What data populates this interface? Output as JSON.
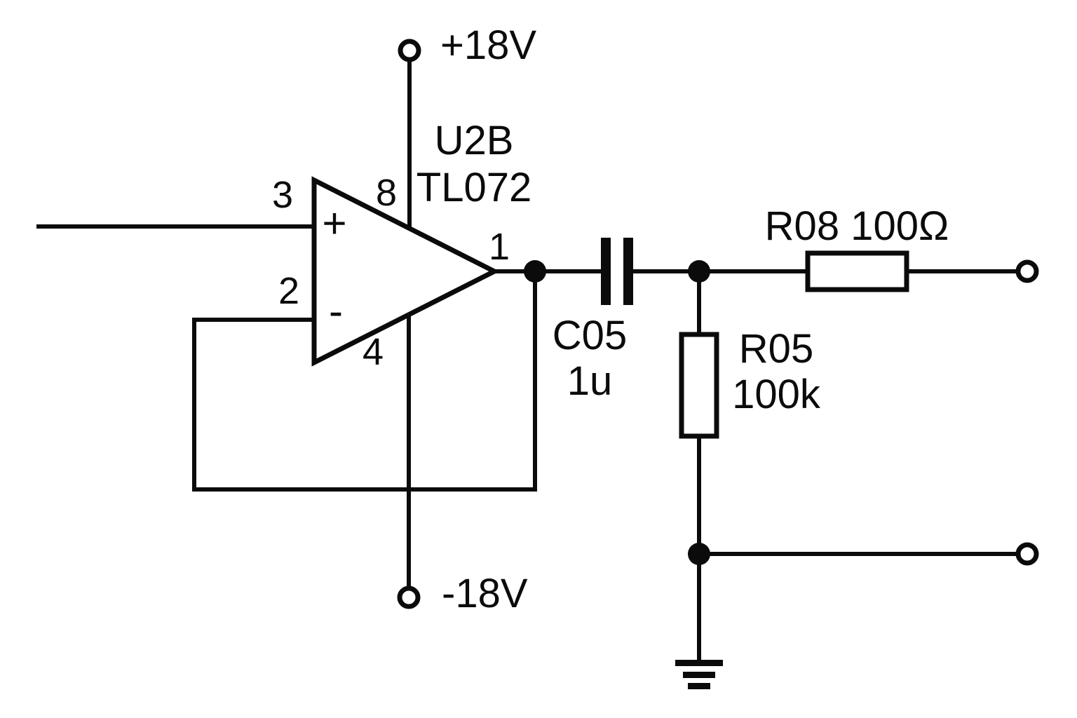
{
  "colors": {
    "line": "#0b0b0b",
    "background": "#ffffff"
  },
  "power": {
    "positive": "+18V",
    "negative": "-18V"
  },
  "opamp": {
    "designator": "U2B",
    "part_number": "TL072",
    "noninverting_symbol": "+",
    "inverting_symbol": "-",
    "pins": {
      "noninverting": "3",
      "inverting": "2",
      "output": "1",
      "v_plus": "8",
      "v_minus": "4"
    }
  },
  "capacitor": {
    "designator": "C05",
    "value": "1u"
  },
  "series_resistor": {
    "label": "R08 100Ω"
  },
  "shunt_resistor": {
    "designator": "R05",
    "value": "100k"
  }
}
